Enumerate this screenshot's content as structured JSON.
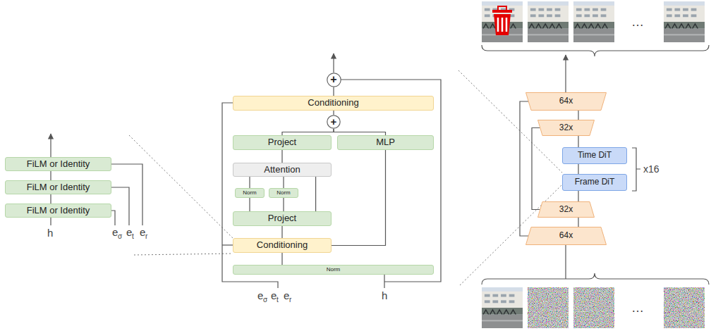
{
  "diagram": {
    "nodes": [
      {
        "text": [
          "FiLM or Identity"
        ]
      },
      {
        "text": [
          "FiLM or Identity"
        ]
      },
      {
        "text": [
          "FiLM or Identity"
        ]
      },
      {
        "text": [
          "+"
        ]
      },
      {
        "text": [
          "Conditioning"
        ]
      },
      {
        "text": [
          "+"
        ]
      },
      {
        "text": [
          "Project"
        ]
      },
      {
        "text": [
          "MLP"
        ]
      },
      {
        "text": [
          "Attention"
        ]
      },
      {
        "text": [
          "Norm"
        ]
      },
      {
        "text": [
          "Norm"
        ]
      },
      {
        "text": [
          "Project"
        ]
      },
      {
        "text": [
          "Conditioning"
        ]
      },
      {
        "text": [
          "Norm"
        ]
      },
      {
        "text": [
          "64x"
        ]
      },
      {
        "text": [
          "32x"
        ]
      },
      {
        "text": [
          "Time DiT"
        ]
      },
      {
        "text": [
          "Frame DiT"
        ]
      },
      {
        "text": [
          "32x"
        ]
      },
      {
        "text": [
          "64x"
        ]
      }
    ],
    "edges": [
      {
        "from": 2,
        "to": 1,
        "arrow": "none"
      },
      {
        "from": 1,
        "to": 0,
        "arrow": "none"
      },
      {
        "from": 13,
        "to": 12,
        "arrow": "none"
      },
      {
        "from": 12,
        "to": 11,
        "arrow": "none"
      },
      {
        "from": 11,
        "to": 9,
        "arrow": "none"
      },
      {
        "from": 11,
        "to": 10,
        "arrow": "none"
      },
      {
        "from": 11,
        "to": 8,
        "arrow": "none"
      },
      {
        "from": 9,
        "to": 8,
        "arrow": "none"
      },
      {
        "from": 10,
        "to": 8,
        "arrow": "none"
      },
      {
        "from": 8,
        "to": 6,
        "arrow": "none"
      },
      {
        "from": 6,
        "to": 5,
        "arrow": "none"
      },
      {
        "from": 12,
        "to": 7,
        "arrow": "none"
      },
      {
        "from": 7,
        "to": 5,
        "arrow": "none"
      },
      {
        "from": 5,
        "to": 4,
        "arrow": "none"
      },
      {
        "from": 4,
        "to": 3,
        "arrow": "none"
      },
      {
        "from": 19,
        "to": 18,
        "arrow": "none"
      },
      {
        "from": 18,
        "to": 17,
        "arrow": "none"
      },
      {
        "from": 17,
        "to": 16,
        "arrow": "none"
      },
      {
        "from": 16,
        "to": 15,
        "arrow": "none"
      },
      {
        "from": 15,
        "to": 14,
        "arrow": "none"
      },
      {
        "from": 19,
        "to": 14,
        "arrow": "none"
      },
      {
        "from": 18,
        "to": 15,
        "arrow": "none"
      }
    ],
    "labels": [
      "h",
      "e",
      "σ",
      "e",
      "t",
      "e",
      "r",
      "e",
      "σ",
      "e",
      "t",
      "e",
      "r",
      "h",
      "x16",
      "…",
      "…"
    ]
  }
}
